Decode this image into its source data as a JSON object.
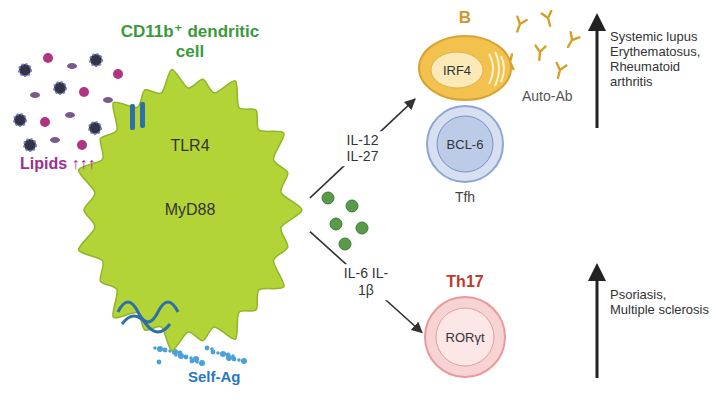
{
  "diagram": {
    "nodes": [
      {
        "text": [
          "CD11b⁺ dendritic cell"
        ]
      },
      {
        "text": [
          "TLR4"
        ],
        "in": 0
      },
      {
        "text": [
          "MyD88"
        ],
        "in": 0
      },
      {
        "text": [
          "B",
          "IRF4"
        ]
      },
      {
        "text": [
          "BCL-6",
          "Tfh"
        ]
      },
      {
        "text": [
          "Th17",
          "RORγt"
        ]
      }
    ],
    "edges": [
      {
        "from": 1,
        "to": 2,
        "arrow": "to"
      },
      {
        "from": 0,
        "to": 3,
        "label": "IL-12 IL-27",
        "arrow": "to"
      },
      {
        "from": 0,
        "to": 5,
        "label": "IL-6 IL-1β",
        "arrow": "to"
      }
    ],
    "labels": [
      "Lipids ↑↑↑",
      "Self-Ag",
      "Auto-Ab",
      "Systemic lupus Erythematosus, Rheumatoid arthritis",
      "Psoriasis, Multiple sclerosis"
    ]
  }
}
